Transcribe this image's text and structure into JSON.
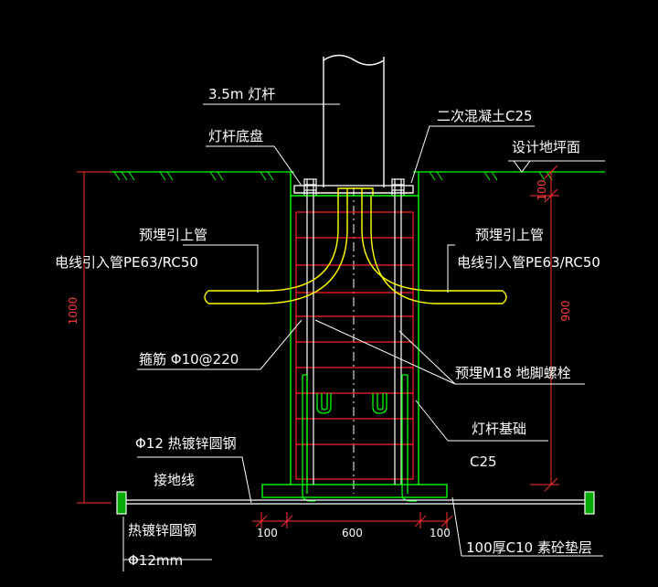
{
  "labels": {
    "pole": "3.5m 灯杆",
    "secondary_concrete": "二次混凝土C25",
    "base_plate": "灯杆底盘",
    "ground": "设计地坪面",
    "conduit_left_title": "预埋引上管",
    "conduit_left_spec": "电线引入管PE63/RC50",
    "conduit_right_title": "预埋引上管",
    "conduit_right_spec": "电线引入管PE63/RC50",
    "stirrup": "箍筋 Φ10@220",
    "anchor_bolt": "预埋M18 地脚螺栓",
    "foundation": "灯杆基础",
    "foundation_grade": "C25",
    "round_steel_top": "Φ12 热镀锌圆钢",
    "ground_wire": "接地线",
    "round_steel_bottom": "热镀锌圆钢",
    "round_steel_size": "Φ12mm",
    "cushion": "100厚C10 素砼垫层"
  },
  "dimensions": {
    "total_depth": "1000",
    "foundation_depth": "900",
    "top_offset": "100",
    "left_margin": "100",
    "width": "600",
    "right_margin": "100"
  },
  "colors": {
    "background": "#000000",
    "structure": "#ffffff",
    "green": "#00ff00",
    "red": "#ff2020",
    "yellow": "#ffff00",
    "leader": "#ffffff",
    "dimension": "#ff3030"
  }
}
